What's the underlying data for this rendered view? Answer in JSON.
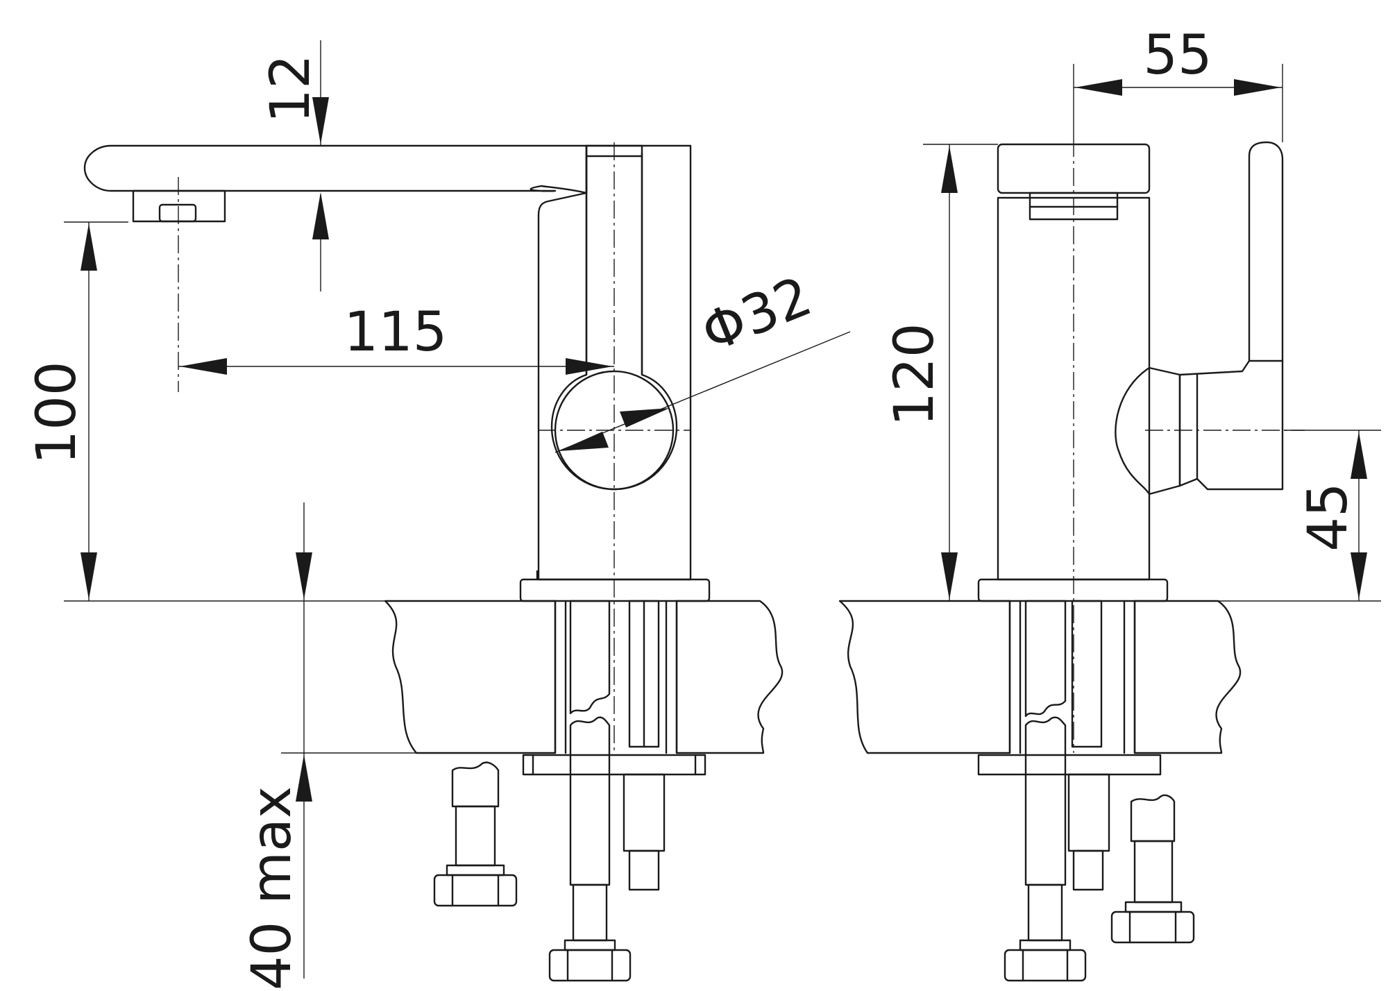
{
  "diagram": {
    "dimensions": {
      "spout_height": "100",
      "outlet_thickness": "12",
      "spout_reach": "115",
      "body_diameter": "Φ32",
      "total_height": "120",
      "handle_offset": "55",
      "handle_axis_height": "45",
      "countertop_thickness": "40 max"
    }
  }
}
